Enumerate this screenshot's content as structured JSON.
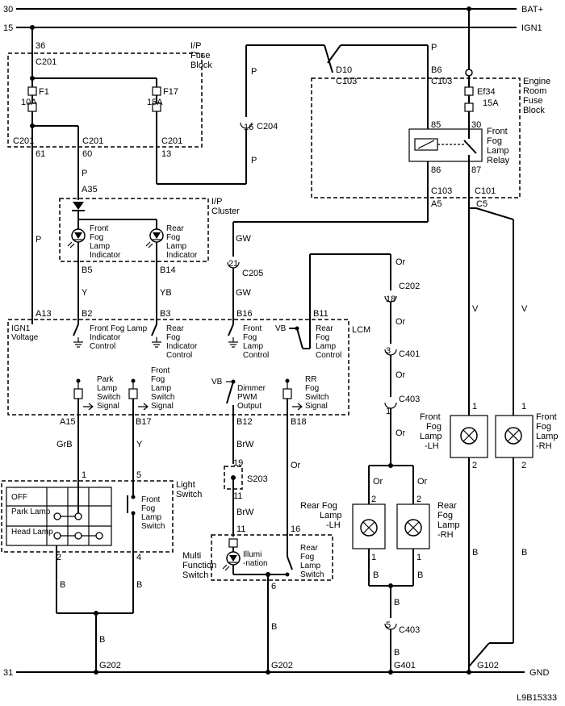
{
  "rails": {
    "r30": "30",
    "bat": "BAT+",
    "r15": "15",
    "ign1": "IGN1",
    "r31": "31",
    "gnd": "GND"
  },
  "ip_fuse_block": {
    "lines": [
      "I/P",
      "Fuse",
      "Block"
    ],
    "pin36": "36",
    "c201_top": "C201",
    "f1": "F1",
    "f1_amp": "10A",
    "f17": "F17",
    "f17_amp": "15A",
    "c201_a": "C201",
    "pin61": "61",
    "c201_b": "C201",
    "pin60": "60",
    "c201_c": "C201",
    "pin13": "13"
  },
  "engine_room": {
    "lines": [
      "Engine",
      "Room",
      "Fuse",
      "Block"
    ],
    "p_label": "P",
    "d10": "D10",
    "c103_a": "C103",
    "b6": "B6",
    "c103_b": "C103",
    "ef34": "Ef34",
    "ef34_amp": "15A",
    "pin85": "85",
    "pin30": "30",
    "pin86": "86",
    "pin87": "87",
    "relay": [
      "Front",
      "Fog",
      "Lamp",
      "Relay"
    ],
    "c103_c": "C103",
    "a5": "A5",
    "c101": "C101",
    "c5": "C5"
  },
  "c204": {
    "p1": "P",
    "pin": "16",
    "name": "C204",
    "p2": "P"
  },
  "cluster": {
    "lines": [
      "I/P",
      "Cluster"
    ],
    "p": "P",
    "a35": "A35",
    "front": [
      "Front",
      "Fog",
      "Lamp",
      "Indicator"
    ],
    "rear": [
      "Rear",
      "Fog",
      "Lamp",
      "Indicator"
    ],
    "b5": "B5",
    "b14": "B14",
    "y": "Y",
    "yb": "YB",
    "p_left": "P"
  },
  "c205": {
    "gw1": "GW",
    "pin": "21",
    "name": "C205",
    "gw2": "GW"
  },
  "c202": {
    "or1": "Or",
    "pin": "18",
    "name": "C202",
    "or2": "Or"
  },
  "c401": {
    "pin": "3",
    "name": "C401",
    "or": "Or"
  },
  "c403": {
    "pin": "1",
    "name": "C403",
    "or": "Or"
  },
  "lcm": {
    "name": "LCM",
    "a13": "A13",
    "b2": "B2",
    "b3": "B3",
    "b16": "B16",
    "b11": "B11",
    "ign1_voltage": [
      "IGN1",
      "Voltage"
    ],
    "front_ind": [
      "Front Fog Lamp",
      "Indicator",
      "Control"
    ],
    "rear_ind": [
      "Rear",
      "Fog",
      "Indicator",
      "Control"
    ],
    "front_ctrl": [
      "Front",
      "Fog",
      "Lamp",
      "Control"
    ],
    "vb1": "VB",
    "rear_ctrl": [
      "Rear",
      "Fog",
      "Lamp",
      "Control"
    ],
    "park": [
      "Park",
      "Lamp",
      "Switch",
      "Signal"
    ],
    "front_sw": [
      "Front",
      "Fog",
      "Lamp",
      "Switch",
      "Signal"
    ],
    "vb2": "VB",
    "dimmer": [
      "Dimmer",
      "PWM",
      "Output"
    ],
    "rr_sw": [
      "RR",
      "Fog",
      "Switch",
      "Signal"
    ],
    "a15": "A15",
    "b17": "B17",
    "b12": "B12",
    "b18": "B18"
  },
  "lower_wires": {
    "grb": "GrB",
    "y": "Y",
    "brw1": "BrW",
    "or": "Or",
    "pin19": "19",
    "s203": "S203",
    "pin11a": "11",
    "brw2": "BrW"
  },
  "light_switch": {
    "lines": [
      "Light",
      "Switch"
    ],
    "pin1": "1",
    "pin5": "5",
    "pin2": "2",
    "pin4": "4",
    "rows": [
      "OFF",
      "Park Lamp",
      "Head Lamp"
    ],
    "front_sw": [
      "Front",
      "Fog",
      "Lamp",
      "Switch"
    ]
  },
  "mf_switch": {
    "lines": [
      "Multi",
      "Function",
      "Switch"
    ],
    "pin11": "11",
    "pin16": "16",
    "pin6": "6",
    "illum": [
      "Illumi",
      "-nation"
    ],
    "rear_sw": [
      "Rear",
      "Fog",
      "Lamp",
      "Switch"
    ]
  },
  "lamps": {
    "rear_lh": [
      "Rear Fog",
      "Lamp",
      "-LH"
    ],
    "rear_rh": [
      "Rear",
      "Fog",
      "Lamp",
      "-RH"
    ],
    "front_lh": [
      "Front",
      "Fog",
      "Lamp",
      "-LH"
    ],
    "front_rh": [
      "Front",
      "Fog",
      "Lamp",
      "-RH"
    ],
    "or_l": "Or",
    "or_r": "Or",
    "p2": "2",
    "p1": "1",
    "b_l": "B",
    "b_r": "B",
    "b_mid": "B",
    "v_l": "V",
    "v_r": "V"
  },
  "grounds": {
    "b_ls_l": "B",
    "b_ls_r": "B",
    "b_g202a": "B",
    "g202a": "G202",
    "b_mf": "B",
    "g202b": "G202",
    "c403_bottom_pin": "5",
    "c403_bottom": "C403",
    "b_c403": "B",
    "g401": "G401",
    "g102": "G102",
    "b_fl": "B",
    "b_fr": "B"
  },
  "footer_code": "L9B15333"
}
